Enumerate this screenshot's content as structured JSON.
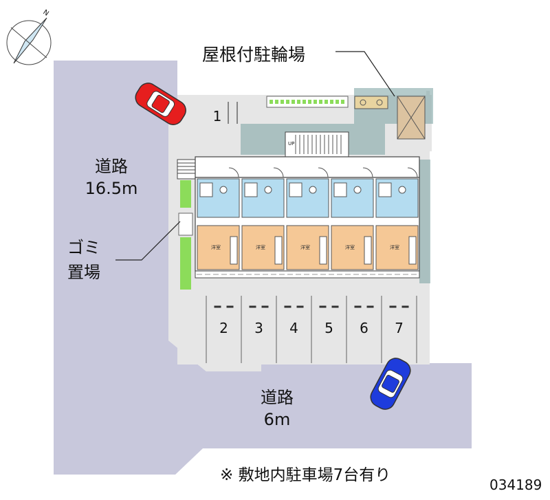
{
  "labels": {
    "covered_bike_parking": "屋根付駐輪場",
    "road_west_name": "道路",
    "road_west_width": "16.5m",
    "garbage_line1": "ゴミ",
    "garbage_line2": "置場",
    "road_south_name": "道路",
    "road_south_width": "6m",
    "parking_note": "※ 敷地内駐車場7台有り",
    "property_id": "034189",
    "north_mark": "N",
    "stairs_up": "UP",
    "room_label": "洋室"
  },
  "parking_slots": [
    {
      "number": "1"
    },
    {
      "number": "2"
    },
    {
      "number": "3"
    },
    {
      "number": "4"
    },
    {
      "number": "5"
    },
    {
      "number": "6"
    },
    {
      "number": "7"
    }
  ],
  "units": [
    {
      "room": "洋室"
    },
    {
      "room": "洋室"
    },
    {
      "room": "洋室"
    },
    {
      "room": "洋室"
    },
    {
      "room": "洋室"
    }
  ],
  "colors": {
    "road": "#c8c8dc",
    "site": "#e6e6e6",
    "wet_area": "#b4dcf0",
    "room": "#f5c896",
    "greenery": "#8cdc5a",
    "shadow": "#78a0a0",
    "car_red": "#e61e1e",
    "car_blue": "#1e3cdc",
    "bike_shed": "#dcc3a0"
  }
}
